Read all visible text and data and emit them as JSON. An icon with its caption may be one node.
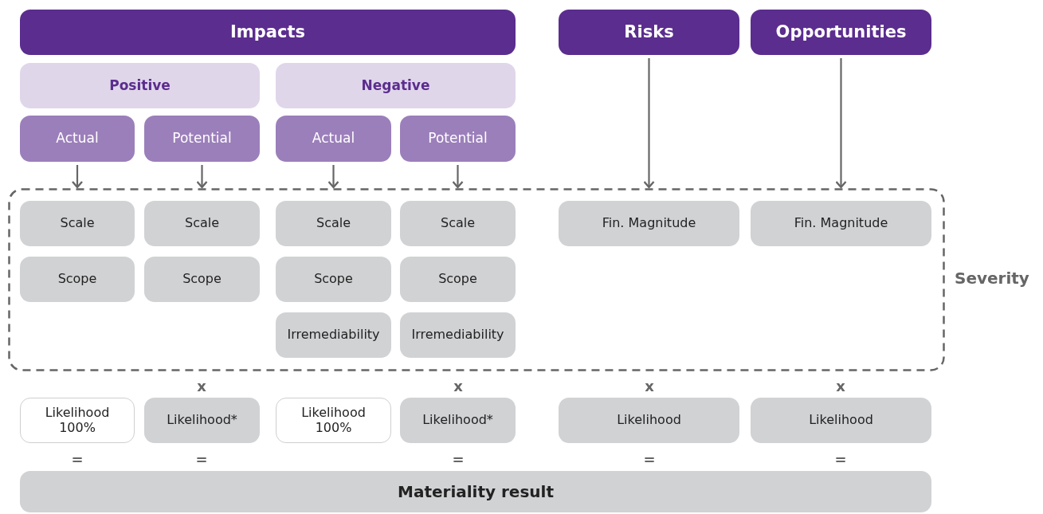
{
  "diagram": {
    "nodes": [
      {
        "text": [
          "Impacts"
        ]
      },
      {
        "text": [
          "Risks"
        ]
      },
      {
        "text": [
          "Opportunities"
        ]
      },
      {
        "text": [
          "Positive"
        ]
      },
      {
        "text": [
          "Negative"
        ]
      },
      {
        "text": [
          "Actual"
        ]
      },
      {
        "text": [
          "Potential"
        ]
      },
      {
        "text": [
          "Actual"
        ]
      },
      {
        "text": [
          "Potential"
        ]
      },
      {
        "text": [
          "Severity"
        ]
      },
      {
        "text": [
          "Scale"
        ],
        "in": 9
      },
      {
        "text": [
          "Scale"
        ],
        "in": 9
      },
      {
        "text": [
          "Scale"
        ],
        "in": 9
      },
      {
        "text": [
          "Scale"
        ],
        "in": 9
      },
      {
        "text": [
          "Fin. Magnitude"
        ],
        "in": 9
      },
      {
        "text": [
          "Fin. Magnitude"
        ],
        "in": 9
      },
      {
        "text": [
          "Scope"
        ],
        "in": 9
      },
      {
        "text": [
          "Scope"
        ],
        "in": 9
      },
      {
        "text": [
          "Scope"
        ],
        "in": 9
      },
      {
        "text": [
          "Scope"
        ],
        "in": 9
      },
      {
        "text": [
          "Irremediability"
        ],
        "in": 9
      },
      {
        "text": [
          "Irremediability"
        ],
        "in": 9
      },
      {
        "text": [
          "Likelihood 100%"
        ]
      },
      {
        "text": [
          "Likelihood*"
        ]
      },
      {
        "text": [
          "Likelihood 100%"
        ]
      },
      {
        "text": [
          "Likelihood*"
        ]
      },
      {
        "text": [
          "Likelihood"
        ]
      },
      {
        "text": [
          "Likelihood"
        ]
      },
      {
        "text": [
          "Materiality result"
        ]
      }
    ],
    "edges": [
      {
        "from": 5,
        "to": 9,
        "arrow": "to"
      },
      {
        "from": 6,
        "to": 9,
        "arrow": "to"
      },
      {
        "from": 7,
        "to": 9,
        "arrow": "to"
      },
      {
        "from": 8,
        "to": 9,
        "arrow": "to"
      },
      {
        "from": 1,
        "to": 9,
        "arrow": "to"
      },
      {
        "from": 2,
        "to": 9,
        "arrow": "to"
      }
    ],
    "labels": [
      "x",
      "x",
      "x",
      "x",
      "=",
      "=",
      "=",
      "=",
      "="
    ]
  }
}
